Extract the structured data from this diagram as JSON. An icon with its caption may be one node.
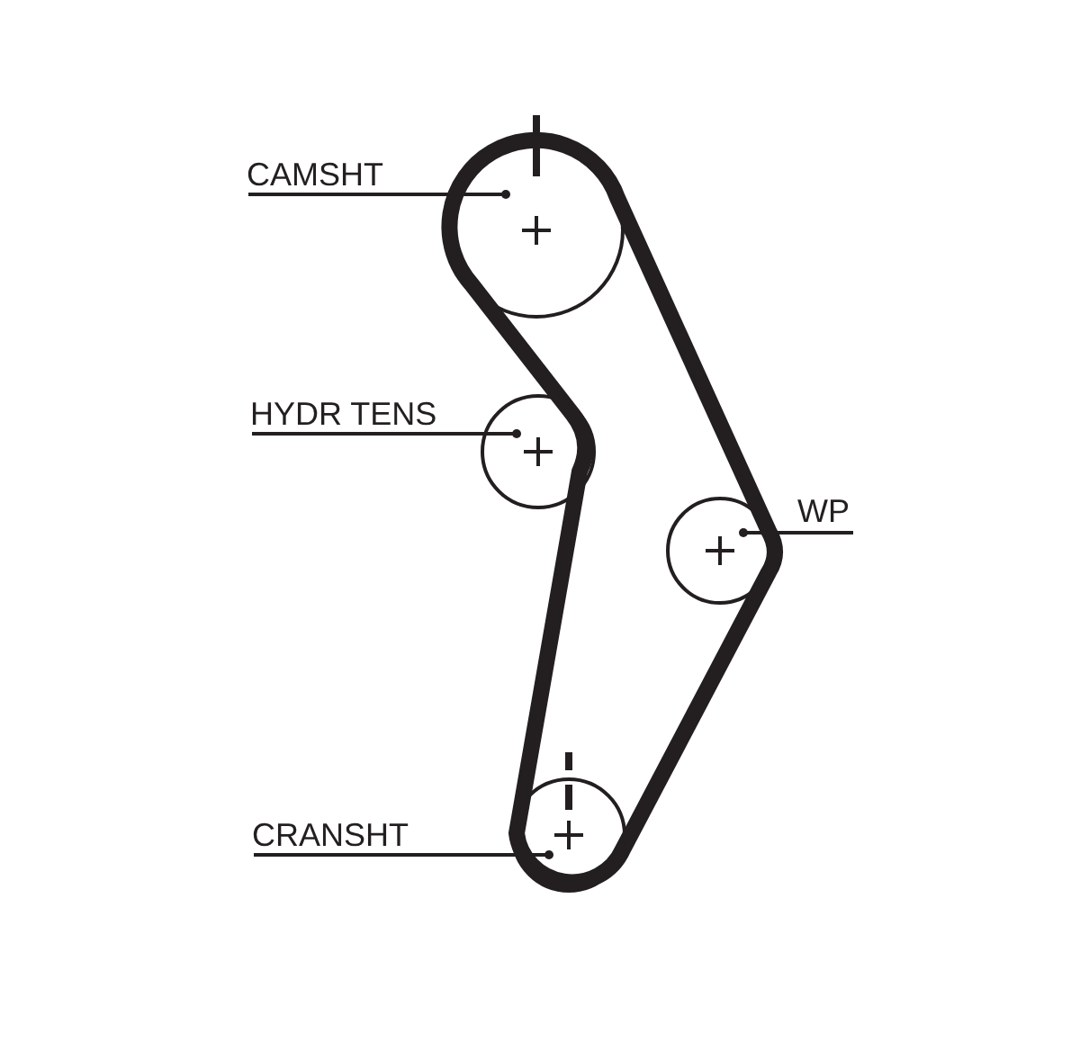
{
  "diagram": {
    "nodes": [
      {
        "text": [
          "CAMSHT"
        ]
      },
      {
        "text": [],
        "shape": "circle"
      },
      {
        "text": [
          "HYDR TENS"
        ]
      },
      {
        "text": [],
        "shape": "circle"
      },
      {
        "text": [
          "WP"
        ]
      },
      {
        "text": [],
        "shape": "circle"
      },
      {
        "text": [
          "CRANSHT"
        ]
      },
      {
        "text": [],
        "shape": "circle"
      }
    ],
    "edges": [
      {
        "from": 0,
        "to": 1,
        "arrow": "other"
      },
      {
        "from": 2,
        "to": 3,
        "arrow": "other"
      },
      {
        "from": 4,
        "to": 5,
        "arrow": "other"
      },
      {
        "from": 6,
        "to": 7,
        "arrow": "other"
      }
    ]
  }
}
